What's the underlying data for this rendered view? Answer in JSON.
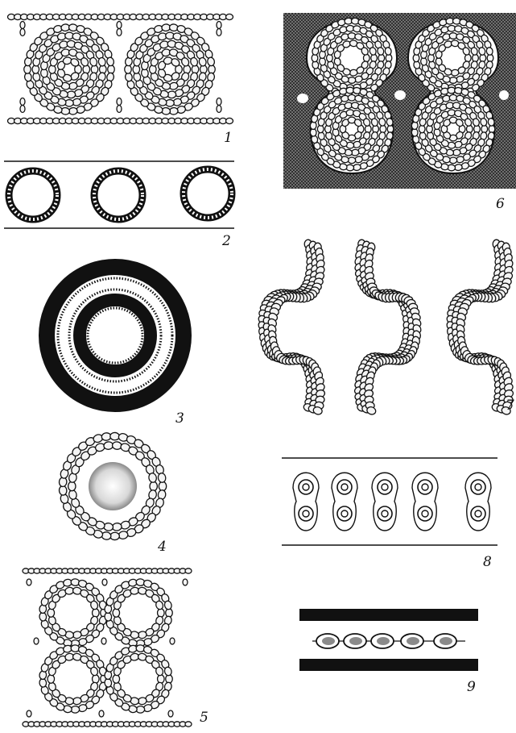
{
  "figures": [
    {
      "number": "1"
    },
    {
      "number": "2"
    },
    {
      "number": "3"
    },
    {
      "number": "4"
    },
    {
      "number": "5"
    },
    {
      "number": "6"
    },
    {
      "number": "7"
    },
    {
      "number": "8"
    },
    {
      "number": "9"
    }
  ],
  "colors": {
    "ink": "#111111",
    "paper": "#ffffff",
    "bead_fill": "#f4f4f4",
    "hatch": "#3a3a3a"
  }
}
